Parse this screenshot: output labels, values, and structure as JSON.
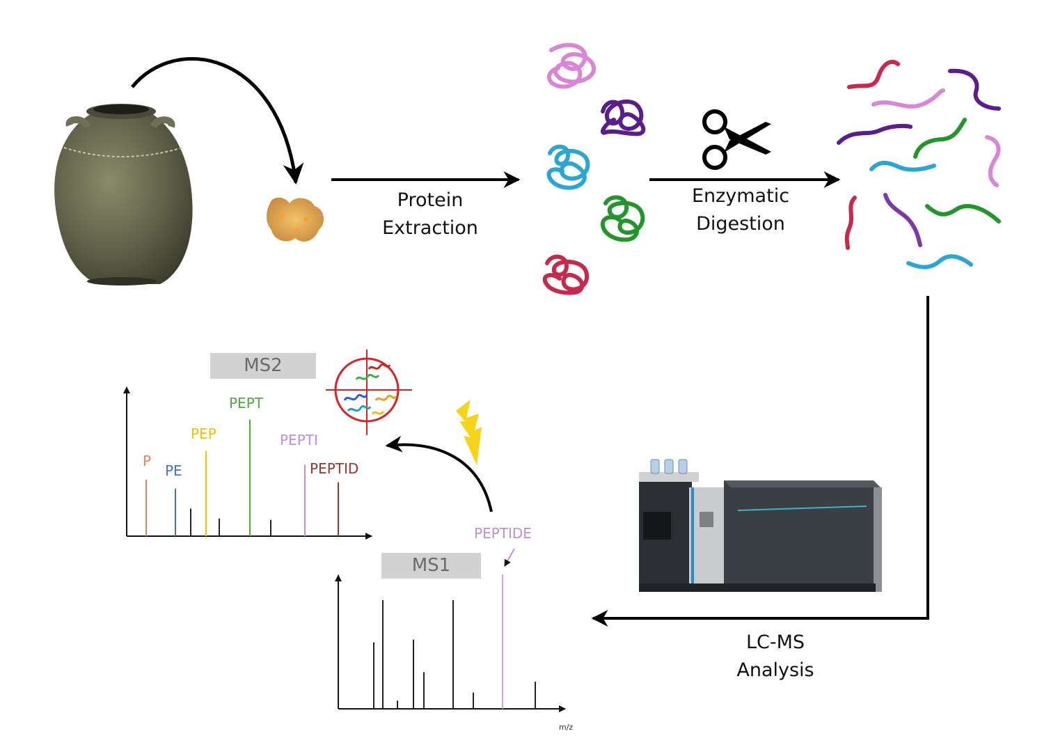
{
  "steps": {
    "protein_extraction": [
      "Protein",
      "Extraction"
    ],
    "enzymatic_digestion": [
      "Enzymatic",
      "Digestion"
    ],
    "lcms_analysis": [
      "LC-MS",
      "Analysis"
    ]
  },
  "ms1": {
    "title": "MS1",
    "precursor_label": "PEPTIDE",
    "xlabel": "m/z"
  },
  "ms2": {
    "title": "MS2",
    "fragments": [
      {
        "label": "P",
        "color": "#f0824a"
      },
      {
        "label": "PE",
        "color": "#3a76d0"
      },
      {
        "label": "PEP",
        "color": "#f5c000"
      },
      {
        "label": "PEPT",
        "color": "#4daa3a"
      },
      {
        "label": "PEPTI",
        "color": "#c08ce6"
      },
      {
        "label": "PEPTID",
        "color": "#a0342c"
      }
    ]
  },
  "chart_data": [
    {
      "type": "bar",
      "title": "MS1",
      "xlabel": "m/z",
      "ylabel": "",
      "values": [
        0.49,
        0.8,
        0.06,
        0.51,
        0.27,
        0.8,
        0.12,
        0.99,
        0.2
      ],
      "highlight": {
        "index": 7,
        "label": "PEPTIDE",
        "color": "#c9a5e0"
      }
    },
    {
      "type": "bar",
      "title": "MS2",
      "xlabel": "",
      "ylabel": "",
      "values": [
        0.45,
        0.38,
        0.22,
        0.68,
        0.14,
        0.93,
        0.13,
        0.57,
        0.43
      ],
      "labels": [
        "P",
        "PE",
        "",
        "PEP",
        "",
        "PEPT",
        "",
        "PEPTI",
        "PEPTID"
      ],
      "colors": [
        "#f0824a",
        "#3a76d0",
        "#222222",
        "#f5c000",
        "#222222",
        "#4daa3a",
        "#222222",
        "#c08ce6",
        "#a0342c"
      ]
    }
  ],
  "colors": {
    "protein_pink": "#d986d6",
    "protein_purple": "#5a1e8c",
    "protein_blue": "#2aa6d6",
    "protein_green": "#23962b",
    "protein_red": "#c8284a",
    "arrow": "#000000",
    "target_red": "#e02020",
    "lightning": "#f7d417"
  },
  "icons": [
    "jar-image",
    "sample-fragment",
    "scissors-icon",
    "mass-spectrometer",
    "protein-target-icon",
    "lightning-icon"
  ]
}
